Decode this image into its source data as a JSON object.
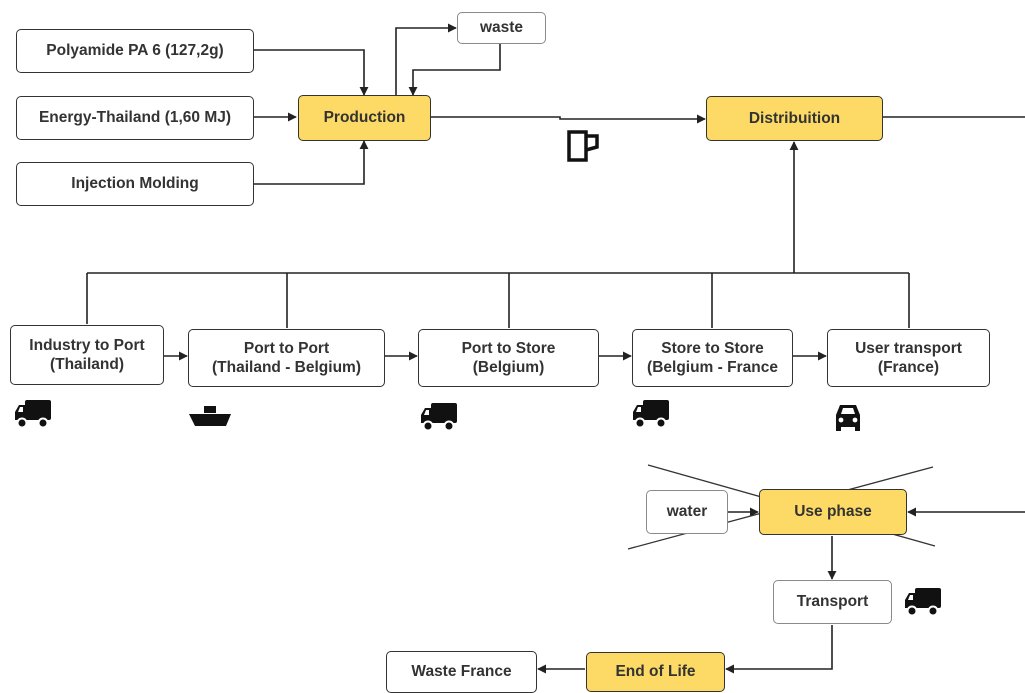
{
  "nodes": {
    "polyamide": "Polyamide PA 6 (127,2g)",
    "energy": "Energy-Thailand (1,60 MJ)",
    "injection": "Injection Molding",
    "production": "Production",
    "waste": "waste",
    "distribution": "Distribuition",
    "industry_port": "Industry to Port\n(Thailand)",
    "port_port": "Port to Port\n(Thailand - Belgium)",
    "port_store": "Port to Store\n(Belgium)",
    "store_store": "Store to Store\n(Belgium - France",
    "user_transport": "User transport\n(France)",
    "water": "water",
    "use_phase": "Use phase",
    "transport": "Transport",
    "end_of_life": "End of Life",
    "waste_france": "Waste France"
  },
  "colors": {
    "phase_fill": "#fdd966",
    "line": "#222222",
    "border": "#333333"
  },
  "icons": {
    "product": "cup-icon",
    "industry_port": "truck-icon",
    "port_port": "ship-icon",
    "port_store": "truck-icon",
    "store_store": "truck-icon",
    "user_transport": "car-icon",
    "transport": "truck-icon",
    "use_phase": "cross-out-icon"
  }
}
